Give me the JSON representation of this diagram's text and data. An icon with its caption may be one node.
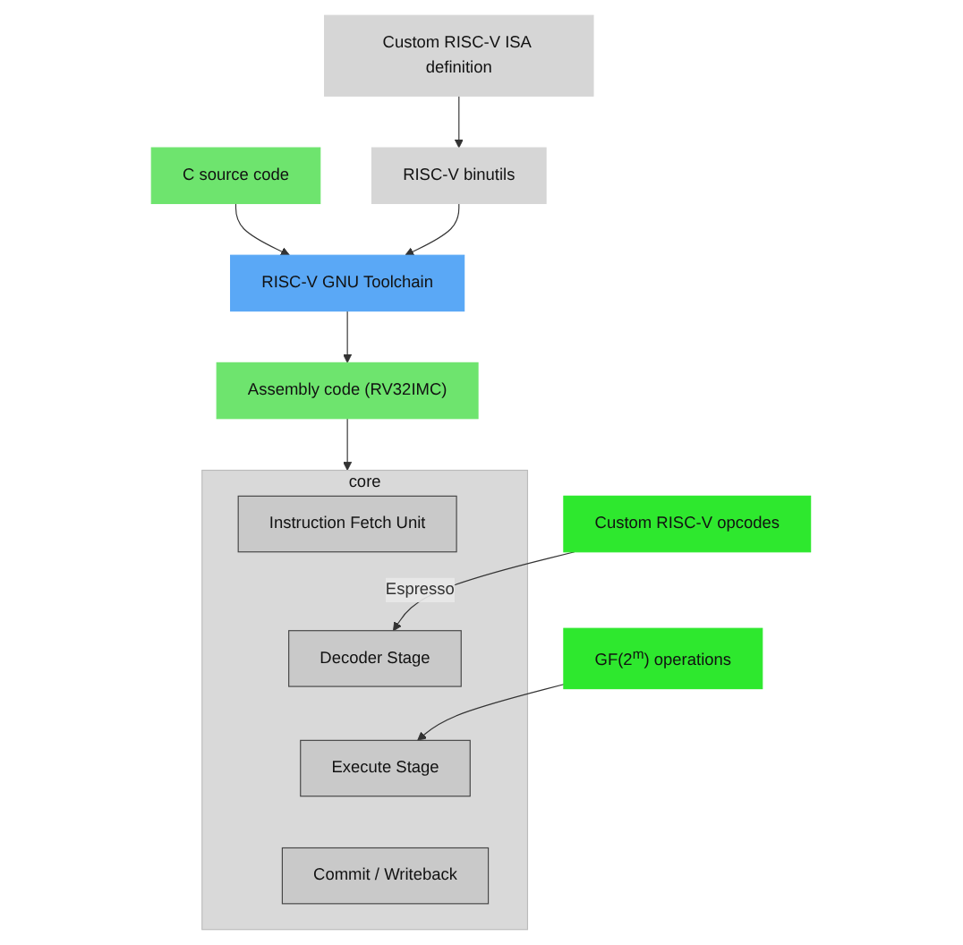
{
  "diagram": {
    "nodes": [
      {
        "text": [
          "C source code"
        ]
      },
      {
        "text": [
          "Custom RISC-V ISA definition"
        ]
      },
      {
        "text": [
          "RISC-V binutils"
        ]
      },
      {
        "text": [
          "RISC-V GNU Toolchain"
        ]
      },
      {
        "text": [
          "Assembly code (RV32IMC)"
        ]
      },
      {
        "text": [
          "core"
        ]
      },
      {
        "text": [
          "Instruction Fetch Unit"
        ],
        "in": 5
      },
      {
        "text": [
          "Decoder Stage"
        ],
        "in": 5
      },
      {
        "text": [
          "Execute Stage"
        ],
        "in": 5
      },
      {
        "text": [
          "Commit / Writeback"
        ],
        "in": 5
      },
      {
        "text": [
          "Custom RISC-V opcodes"
        ]
      },
      {
        "text": [
          "GF(2$^{m}$) operations"
        ]
      }
    ],
    "edges": [
      {
        "from": 0,
        "to": 3,
        "arrow": "to"
      },
      {
        "from": 1,
        "to": 2,
        "arrow": "to"
      },
      {
        "from": 2,
        "to": 3,
        "arrow": "to"
      },
      {
        "from": 3,
        "to": 4,
        "arrow": "to"
      },
      {
        "from": 4,
        "to": 5,
        "arrow": "to"
      },
      {
        "from": 10,
        "to": 7,
        "arrow": "to",
        "label": "Espresso"
      },
      {
        "from": 11,
        "to": 8,
        "arrow": "to"
      }
    ]
  }
}
